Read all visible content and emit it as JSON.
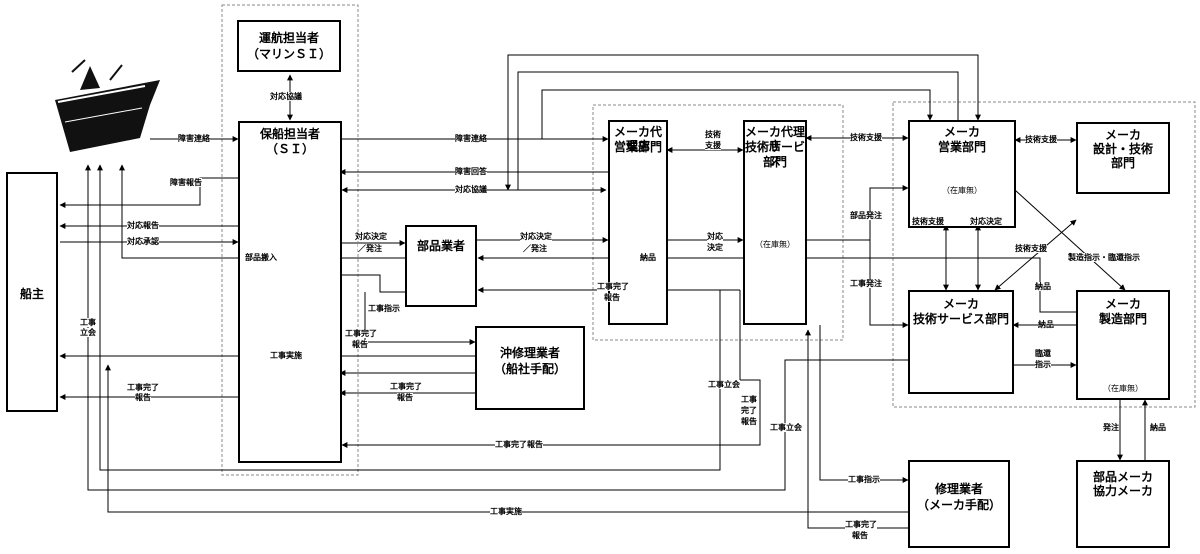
{
  "nodes": {
    "marine_si": [
      "運航担当者",
      "（マリンＳＩ）"
    ],
    "si": [
      "保船担当者",
      "（ＳＩ）"
    ],
    "owner": "船主",
    "parts_vendor": "部品業者",
    "offshore_repair": [
      "沖修理業者",
      "（船社手配）"
    ],
    "agent_sales": [
      "メーカ代理店",
      "営業部門"
    ],
    "agent_tech": [
      "メーカ代理店",
      "技術サービス",
      "部門"
    ],
    "maker_sales": [
      "メーカ",
      "営業部門"
    ],
    "maker_design": [
      "メーカ",
      "設計・技術",
      "部門"
    ],
    "maker_tech": [
      "メーカ",
      "技術サービス部門"
    ],
    "maker_mfg": [
      "メーカ",
      "製造部門"
    ],
    "parts_maker": [
      "部品メーカ",
      "協力メーカ"
    ],
    "maker_repair": [
      "修理業者",
      "（メーカ手配）"
    ]
  },
  "stock": {
    "maker_sales": "（在庫無）",
    "agent_tech": "（在庫無）",
    "maker_mfg": "（在庫無）"
  },
  "labels": {
    "taiou_kyougi_top": "対応協議",
    "shougai_renraku_ship": "障害連絡",
    "shougai_houkoku": "障害報告",
    "taiou_houkoku": "対応報告",
    "taiou_shounin": "対応承認",
    "buhin_hannyu": "部品搬入",
    "kouji_tachiai_left": [
      "工事",
      "立会"
    ],
    "kouji_jisshi_mid": "工事実施",
    "kouji_kanryou_left": [
      "工事完了",
      "報告"
    ],
    "shougai_renraku_mid": "障害連絡",
    "shougai_kaitou": "障害回答",
    "taiou_kyougi_mid": "対応協議",
    "taiou_kettei_hacchu_1": [
      "対応決定",
      "／発注"
    ],
    "taiou_kettei_hacchu_2": [
      "対応決定",
      "／発注"
    ],
    "kouji_shiji_1": "工事指示",
    "kouji_kanryou_1": [
      "工事完了",
      "報告"
    ],
    "kouji_kanryou_2": [
      "工事完了",
      "報告"
    ],
    "gijutsu_shien_1": [
      "技術",
      "支援"
    ],
    "taiou_kettei_agent": [
      "対応",
      "決定"
    ],
    "gijutsu_shien_2": "技術支援",
    "gijutsu_shien_3": "技術支援",
    "buhin_hacchu_1": "部品発注",
    "kouji_hacchu": "工事発注",
    "nouhin_1": "納品",
    "kouji_kanryou_agent": [
      "工事完了",
      "報告"
    ],
    "kouji_tachiai_2": "工事立会",
    "kouji_kanryou_3": [
      "工事",
      "完了",
      "報告"
    ],
    "kouji_tachiai_3": "工事立会",
    "kouji_kanryou_report_long": "工事完了報告",
    "gijutsu_shien_box": "技術支援",
    "taiou_kettei_box": "対応決定",
    "gijutsu_shien_4": "技術支援",
    "seizou_shiji": "製造指示・臨還指示",
    "nouhin_2": "納品",
    "nouhin_3": "納品",
    "kyuukan_shiji": [
      "臨還",
      "指示"
    ],
    "hacchu_bottom": "発注",
    "nouhin_bottom": "納品",
    "kouji_shiji_2": "工事指示",
    "kouji_kanryou_4": [
      "工事完了",
      "報告"
    ],
    "kouji_jisshi_bottom": "工事実施"
  }
}
